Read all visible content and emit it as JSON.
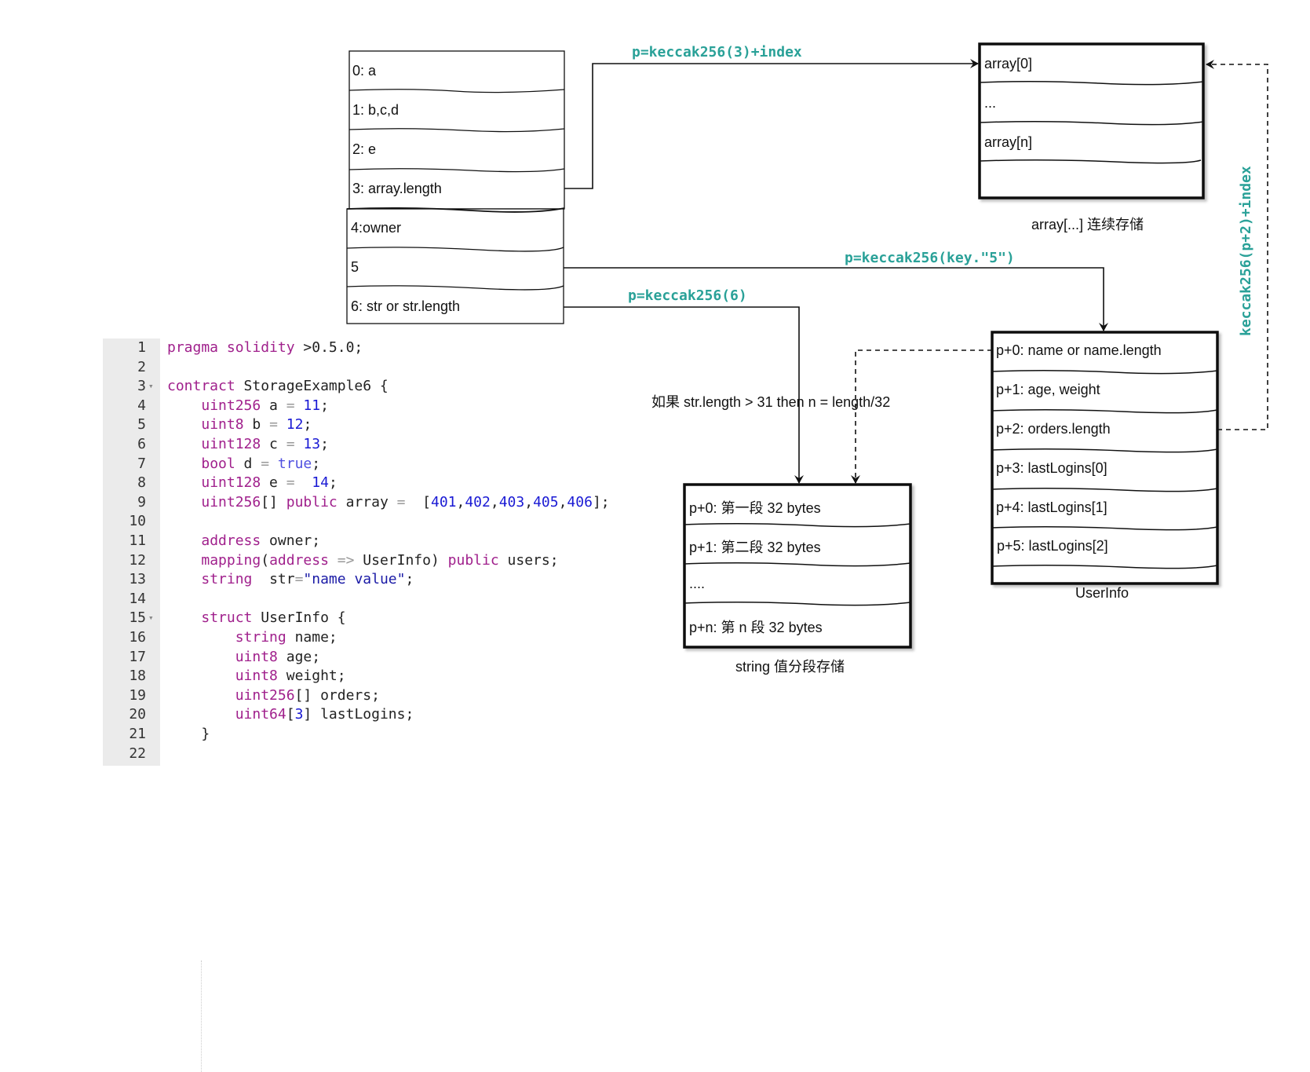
{
  "slots": {
    "rows": [
      {
        "label": "0:   a"
      },
      {
        "label": "1:  b,c,d"
      },
      {
        "label": "2: e"
      },
      {
        "label": "3: array.length"
      },
      {
        "label": "4:owner"
      },
      {
        "label": "5"
      },
      {
        "label": "6: str or str.length"
      }
    ]
  },
  "array_box": {
    "rows": [
      {
        "label": "array[0]"
      },
      {
        "label": "..."
      },
      {
        "label": "array[n]"
      },
      {
        "label": ""
      }
    ],
    "caption": "array[...] 连续存储"
  },
  "userinfo_box": {
    "rows": [
      {
        "label": "p+0:   name or name.length"
      },
      {
        "label": "p+1: age, weight"
      },
      {
        "label": "p+2: orders.length"
      },
      {
        "label": "p+3: lastLogins[0]"
      },
      {
        "label": "p+4: lastLogins[1]"
      },
      {
        "label": "p+5: lastLogins[2]"
      },
      {
        "label": ""
      }
    ],
    "caption": "UserInfo"
  },
  "string_box": {
    "rows": [
      {
        "label": "p+0:  第一段 32 bytes"
      },
      {
        "label": "p+1:  第二段 32 bytes"
      },
      {
        "label": " ...."
      },
      {
        "label": " p+n:  第 n  段 32 bytes"
      }
    ],
    "caption": "string 值分段存储"
  },
  "edge_labels": {
    "array_formula": "p=keccak256(3)+index",
    "mapping_formula": "p=keccak256(key.\"5\")",
    "string_formula": "p=keccak256(6)",
    "orders_formula": "keccak256(p+2)+index",
    "string_note": "如果 str.length > 31 then n = length/32"
  },
  "colors": {
    "formula_teal": "#2aa198",
    "keyword": "#a0208c",
    "number": "#1a1ad4",
    "gutter_bg": "#ebebeb"
  },
  "code": {
    "lines": [
      {
        "n": "1",
        "fold": false
      },
      {
        "n": "2",
        "fold": false
      },
      {
        "n": "3",
        "fold": true
      },
      {
        "n": "4",
        "fold": false
      },
      {
        "n": "5",
        "fold": false
      },
      {
        "n": "6",
        "fold": false
      },
      {
        "n": "7",
        "fold": false
      },
      {
        "n": "8",
        "fold": false
      },
      {
        "n": "9",
        "fold": false
      },
      {
        "n": "10",
        "fold": false
      },
      {
        "n": "11",
        "fold": false
      },
      {
        "n": "12",
        "fold": false
      },
      {
        "n": "13",
        "fold": false
      },
      {
        "n": "14",
        "fold": false
      },
      {
        "n": "15",
        "fold": true
      },
      {
        "n": "16",
        "fold": false
      },
      {
        "n": "17",
        "fold": false
      },
      {
        "n": "18",
        "fold": false
      },
      {
        "n": "19",
        "fold": false
      },
      {
        "n": "20",
        "fold": false
      },
      {
        "n": "21",
        "fold": false
      },
      {
        "n": "22",
        "fold": false
      }
    ],
    "tokens": [
      [
        [
          "kw",
          "pragma solidity"
        ],
        [
          "t",
          " >0.5.0;"
        ]
      ],
      [],
      [
        [
          "kw",
          "contract"
        ],
        [
          "t",
          " StorageExample6 {"
        ]
      ],
      [
        [
          "t",
          "    "
        ],
        [
          "kw",
          "uint256"
        ],
        [
          "t",
          " a "
        ],
        [
          "op",
          "="
        ],
        [
          "t",
          " "
        ],
        [
          "num",
          "11"
        ],
        [
          "t",
          ";"
        ]
      ],
      [
        [
          "t",
          "    "
        ],
        [
          "kw",
          "uint8"
        ],
        [
          "t",
          " b "
        ],
        [
          "op",
          "="
        ],
        [
          "t",
          " "
        ],
        [
          "num",
          "12"
        ],
        [
          "t",
          ";"
        ]
      ],
      [
        [
          "t",
          "    "
        ],
        [
          "kw",
          "uint128"
        ],
        [
          "t",
          " c "
        ],
        [
          "op",
          "="
        ],
        [
          "t",
          " "
        ],
        [
          "num",
          "13"
        ],
        [
          "t",
          ";"
        ]
      ],
      [
        [
          "t",
          "    "
        ],
        [
          "kw",
          "bool"
        ],
        [
          "t",
          " d "
        ],
        [
          "op",
          "="
        ],
        [
          "t",
          " "
        ],
        [
          "lit",
          "true"
        ],
        [
          "t",
          ";"
        ]
      ],
      [
        [
          "t",
          "    "
        ],
        [
          "kw",
          "uint128"
        ],
        [
          "t",
          " e "
        ],
        [
          "op",
          "="
        ],
        [
          "t",
          "  "
        ],
        [
          "num",
          "14"
        ],
        [
          "t",
          ";"
        ]
      ],
      [
        [
          "t",
          "    "
        ],
        [
          "kw",
          "uint256"
        ],
        [
          "t",
          "[] "
        ],
        [
          "kw",
          "public"
        ],
        [
          "t",
          " array "
        ],
        [
          "op",
          "="
        ],
        [
          "t",
          "  ["
        ],
        [
          "num",
          "401"
        ],
        [
          "t",
          ","
        ],
        [
          "num",
          "402"
        ],
        [
          "t",
          ","
        ],
        [
          "num",
          "403"
        ],
        [
          "t",
          ","
        ],
        [
          "num",
          "405"
        ],
        [
          "t",
          ","
        ],
        [
          "num",
          "406"
        ],
        [
          "t",
          "];"
        ]
      ],
      [],
      [
        [
          "t",
          "    "
        ],
        [
          "kw",
          "address"
        ],
        [
          "t",
          " owner;"
        ]
      ],
      [
        [
          "t",
          "    "
        ],
        [
          "kw",
          "mapping"
        ],
        [
          "t",
          "("
        ],
        [
          "kw",
          "address"
        ],
        [
          "t",
          " "
        ],
        [
          "op",
          "=>"
        ],
        [
          "t",
          " UserInfo) "
        ],
        [
          "kw",
          "public"
        ],
        [
          "t",
          " users;"
        ]
      ],
      [
        [
          "t",
          "    "
        ],
        [
          "kw",
          "string"
        ],
        [
          "t",
          "  str"
        ],
        [
          "op",
          "="
        ],
        [
          "str",
          "\"name value\""
        ],
        [
          "t",
          ";"
        ]
      ],
      [],
      [
        [
          "t",
          "    "
        ],
        [
          "kw",
          "struct"
        ],
        [
          "t",
          " UserInfo {"
        ]
      ],
      [
        [
          "t",
          "        "
        ],
        [
          "kw",
          "string"
        ],
        [
          "t",
          " name;"
        ]
      ],
      [
        [
          "t",
          "        "
        ],
        [
          "kw",
          "uint8"
        ],
        [
          "t",
          " age;"
        ]
      ],
      [
        [
          "t",
          "        "
        ],
        [
          "kw",
          "uint8"
        ],
        [
          "t",
          " weight;"
        ]
      ],
      [
        [
          "t",
          "        "
        ],
        [
          "kw",
          "uint256"
        ],
        [
          "t",
          "[] orders;"
        ]
      ],
      [
        [
          "t",
          "        "
        ],
        [
          "kw",
          "uint64"
        ],
        [
          "t",
          "["
        ],
        [
          "num",
          "3"
        ],
        [
          "t",
          "] lastLogins;"
        ]
      ],
      [
        [
          "t",
          "    }"
        ]
      ],
      []
    ]
  }
}
